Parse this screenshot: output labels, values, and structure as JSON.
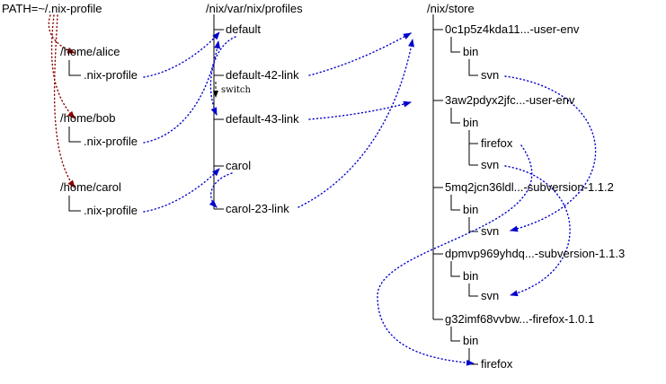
{
  "headers": {
    "path": "PATH=~/.nix-profile",
    "profiles": "/nix/var/nix/profiles",
    "store": "/nix/store"
  },
  "homes": [
    {
      "dir": "/home/alice",
      "profile": ".nix-profile"
    },
    {
      "dir": "/home/bob",
      "profile": ".nix-profile"
    },
    {
      "dir": "/home/carol",
      "profile": ".nix-profile"
    }
  ],
  "profiles": {
    "default": "default",
    "default42": "default-42-link",
    "default43": "default-43-link",
    "carol": "carol",
    "carol23": "carol-23-link",
    "switch": "switch"
  },
  "store": {
    "userenv1": {
      "name": "0c1p5z4kda11...-user-env",
      "bin": "bin",
      "svn": "svn"
    },
    "userenv2": {
      "name": "3aw2pdyx2jfc...-user-env",
      "bin": "bin",
      "firefox": "firefox",
      "svn": "svn"
    },
    "subversion112": {
      "name": "5mq2jcn36ldl...-subversion-1.1.2",
      "bin": "bin",
      "svn": "svn"
    },
    "subversion113": {
      "name": "dpmvp969yhdq...-subversion-1.1.3",
      "bin": "bin",
      "svn": "svn"
    },
    "firefox101": {
      "name": "g32imf68vvbw...-firefox-1.0.1",
      "bin": "bin",
      "firefox": "firefox"
    }
  },
  "colors": {
    "tree": "#000000",
    "symlink_arrow": "#0000cc",
    "path_arrow": "#8b0000"
  }
}
